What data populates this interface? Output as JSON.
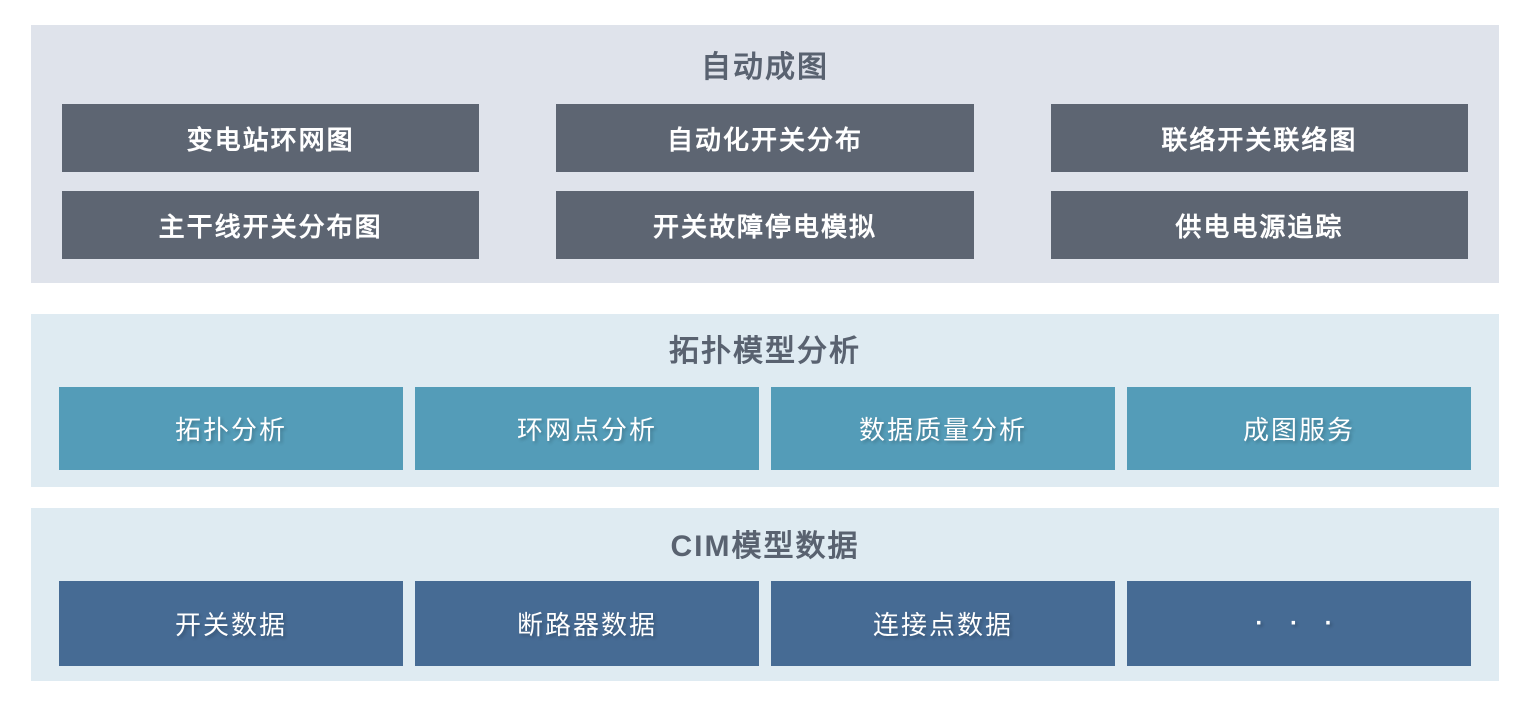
{
  "colors": {
    "page_background": "#ffffff",
    "section1_background": "#dfe3eb",
    "section1_block": "#5d6572",
    "section23_background": "#dfebf2",
    "section2_block": "#549cb8",
    "section3_block": "#466b94",
    "title_text": "#596270",
    "block_text": "#ffffff"
  },
  "sections": [
    {
      "title": "自动成图",
      "buttons": [
        "变电站环网图",
        "自动化开关分布",
        "联络开关联络图",
        "主干线开关分布图",
        "开关故障停电模拟",
        "供电电源追踪"
      ]
    },
    {
      "title": "拓扑模型分析",
      "buttons": [
        "拓扑分析",
        "环网点分析",
        "数据质量分析",
        "成图服务"
      ]
    },
    {
      "title": "CIM模型数据",
      "buttons": [
        "开关数据",
        "断路器数据",
        "连接点数据",
        "· · ·"
      ]
    }
  ]
}
